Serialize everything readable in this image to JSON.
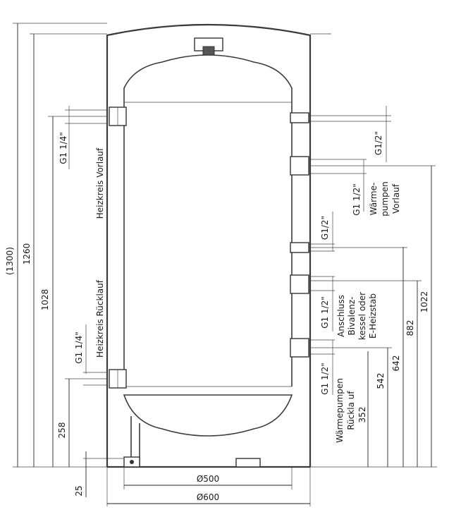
{
  "dimensions": {
    "height_total": "(1300)",
    "height_tank": "1260",
    "heizkreis_vorlauf_height": "1028",
    "heizkreis_ruecklauf_height": "258",
    "foot_height": "25",
    "wp_vorlauf_height": "1022",
    "bivalent_height": "882",
    "g12_mid_height": "642",
    "anschluss_height": "542",
    "wp_ruecklauf_height": "352",
    "inner_diameter": "Ø500",
    "outer_diameter": "Ø600"
  },
  "connections": {
    "heizkreis_vorlauf_thread": "G1 1/4\"",
    "heizkreis_vorlauf_label": "Heizkreis Vorlauf",
    "heizkreis_ruecklauf_thread": "G1 1/4\"",
    "heizkreis_ruecklauf_label": "Heizkreis Rücklauf",
    "top_right_thread": "G1/2\"",
    "wp_vorlauf_thread": "G1 1/2\"",
    "wp_vorlauf_label": [
      "Wärme-",
      "pumpen",
      "Vorlauf"
    ],
    "mid_right_thread": "G1/2\"",
    "anschluss_thread": "G1 1/2\"",
    "anschluss_label": [
      "Anschluss",
      "Bivalenz-",
      "kessel oder",
      "E-Heizstab"
    ],
    "wp_ruecklauf_thread": "G1 1/2\"",
    "wp_ruecklauf_label": [
      "Wärmepumpen",
      "Rückla uf"
    ]
  }
}
